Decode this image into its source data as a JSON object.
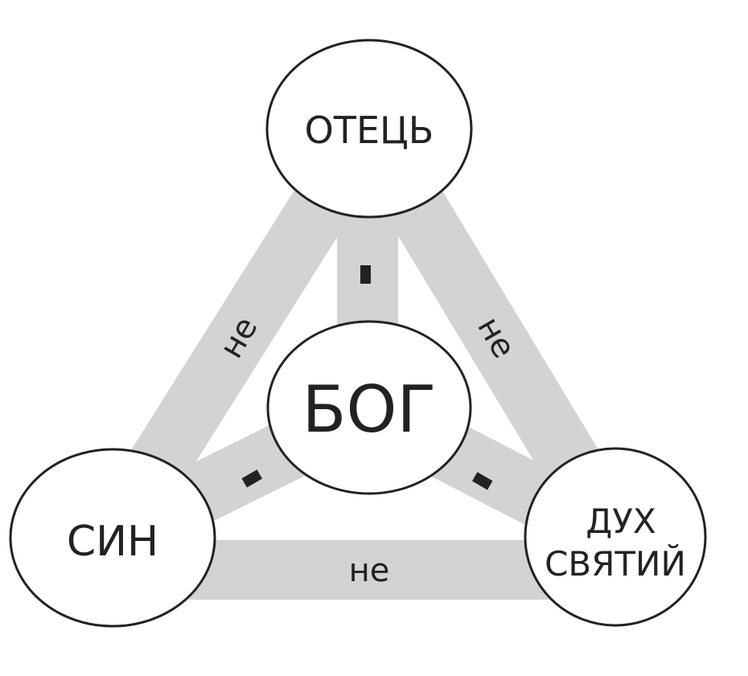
{
  "colors": {
    "bar": "#d3d3d3",
    "stroke": "#222222",
    "fill": "#ffffff",
    "marker": "#222222"
  },
  "nodes": {
    "father": "ОТЕЦЬ",
    "god": "БОГ",
    "son": "СИН",
    "spirit_line1": "ДУХ",
    "spirit_line2": "СВЯТИЙ"
  },
  "links": {
    "father_son": "не",
    "father_spirit": "не",
    "son_spirit": "не"
  }
}
